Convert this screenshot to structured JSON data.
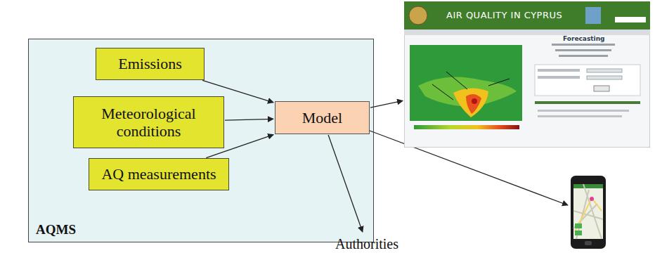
{
  "diagram": {
    "nodes": [
      {
        "text": [
          "AQMS"
        ]
      },
      {
        "text": [
          "Emissions"
        ],
        "in": 0
      },
      {
        "text": [
          "Meteorological conditions"
        ],
        "in": 0
      },
      {
        "text": [
          "AQ measurements"
        ],
        "in": 0
      },
      {
        "text": [
          "Model"
        ],
        "in": 0
      },
      {
        "text": [
          "AIR QUALITY IN CYPRUS",
          "Forecasting"
        ]
      },
      {
        "text": [
          "Authorities"
        ]
      }
    ],
    "edges": [
      {
        "from": 1,
        "to": 4,
        "arrow": "to"
      },
      {
        "from": 2,
        "to": 4,
        "arrow": "to"
      },
      {
        "from": 3,
        "to": 4,
        "arrow": "to"
      },
      {
        "from": 4,
        "to": 5,
        "arrow": "to"
      },
      {
        "from": 4,
        "to": 6,
        "arrow": "to"
      }
    ]
  }
}
